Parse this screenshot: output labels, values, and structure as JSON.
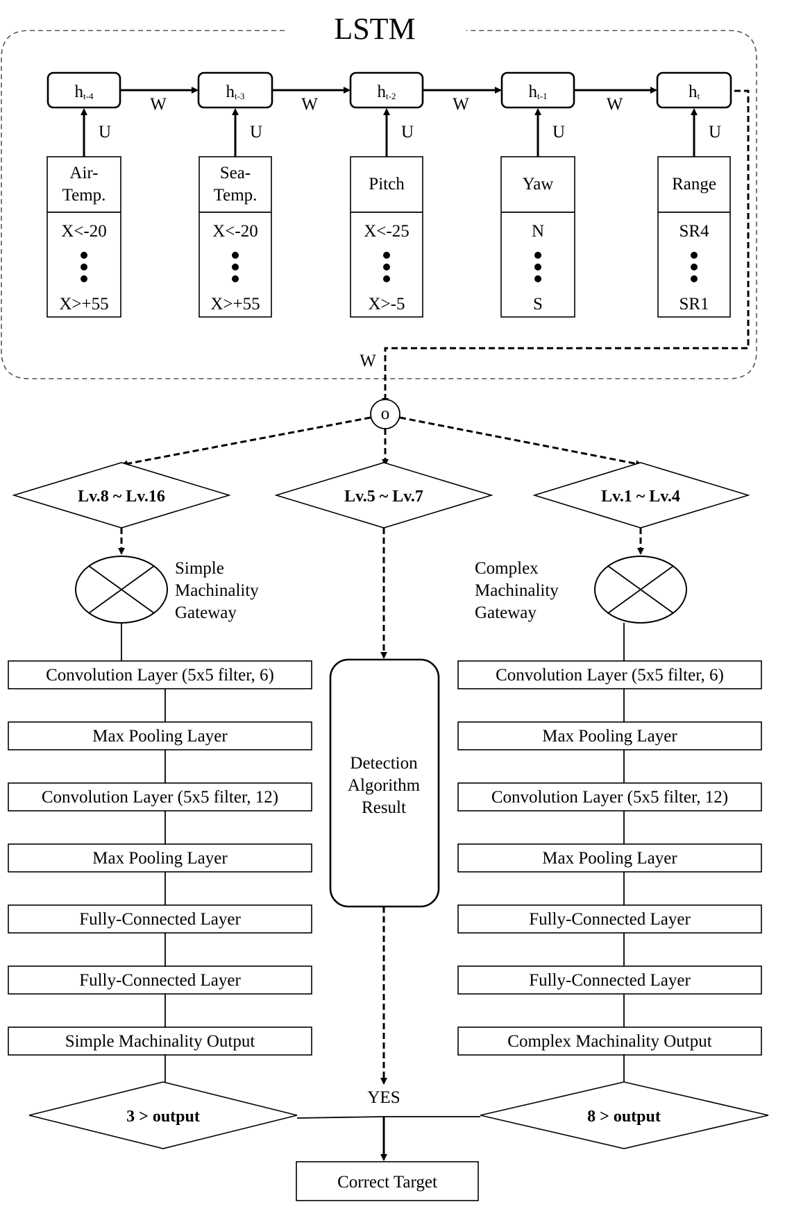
{
  "lstm": {
    "title": "LSTM",
    "hidden_states": [
      {
        "h": "h",
        "sub": "t-4"
      },
      {
        "h": "h",
        "sub": "t-3"
      },
      {
        "h": "h",
        "sub": "t-2"
      },
      {
        "h": "h",
        "sub": "t-1"
      },
      {
        "h": "h",
        "sub": "t"
      }
    ],
    "weight_label": "W",
    "input_weight_label": "U",
    "inputs": [
      {
        "line1": "Air-",
        "line2": "Temp.",
        "top": "X<-20",
        "bottom": "X>+55"
      },
      {
        "line1": "Sea-",
        "line2": "Temp.",
        "top": "X<-20",
        "bottom": "X>+55"
      },
      {
        "line1": "Pitch",
        "line2": "",
        "top": "X<-25",
        "bottom": "X>-5"
      },
      {
        "line1": "Yaw",
        "line2": "",
        "top": "N",
        "bottom": "S"
      },
      {
        "line1": "Range",
        "line2": "",
        "top": "SR4",
        "bottom": "SR1"
      }
    ],
    "output_weight_label": "W"
  },
  "hadamard_symbol": "o",
  "branches": {
    "left_decision": "Lv.8 ~ Lv.16",
    "middle_decision": "Lv.5 ~ Lv.7",
    "right_decision": "Lv.1 ~ Lv.4"
  },
  "gateways": {
    "simple": {
      "line1": "Simple",
      "line2": "Machinality",
      "line3": "Gateway"
    },
    "complex": {
      "line1": "Complex",
      "line2": "Machinality",
      "line3": "Gateway"
    }
  },
  "left_cnn": [
    "Convolution Layer  (5x5 filter, 6)",
    "Max Pooling Layer",
    "Convolution Layer  (5x5 filter, 12)",
    "Max Pooling Layer",
    "Fully-Connected Layer",
    "Fully-Connected Layer",
    "Simple Machinality Output"
  ],
  "right_cnn": [
    "Convolution Layer  (5x5 filter, 6)",
    "Max Pooling Layer",
    "Convolution Layer  (5x5 filter, 12)",
    "Max Pooling Layer",
    "Fully-Connected Layer",
    "Fully-Connected Layer",
    "Complex Machinality Output"
  ],
  "detection": {
    "line1": "Detection",
    "line2": "Algorithm",
    "line3": "Result"
  },
  "left_condition": "3 > output",
  "right_condition": "8 > output",
  "yes_label": "YES",
  "final_target": "Correct Target"
}
